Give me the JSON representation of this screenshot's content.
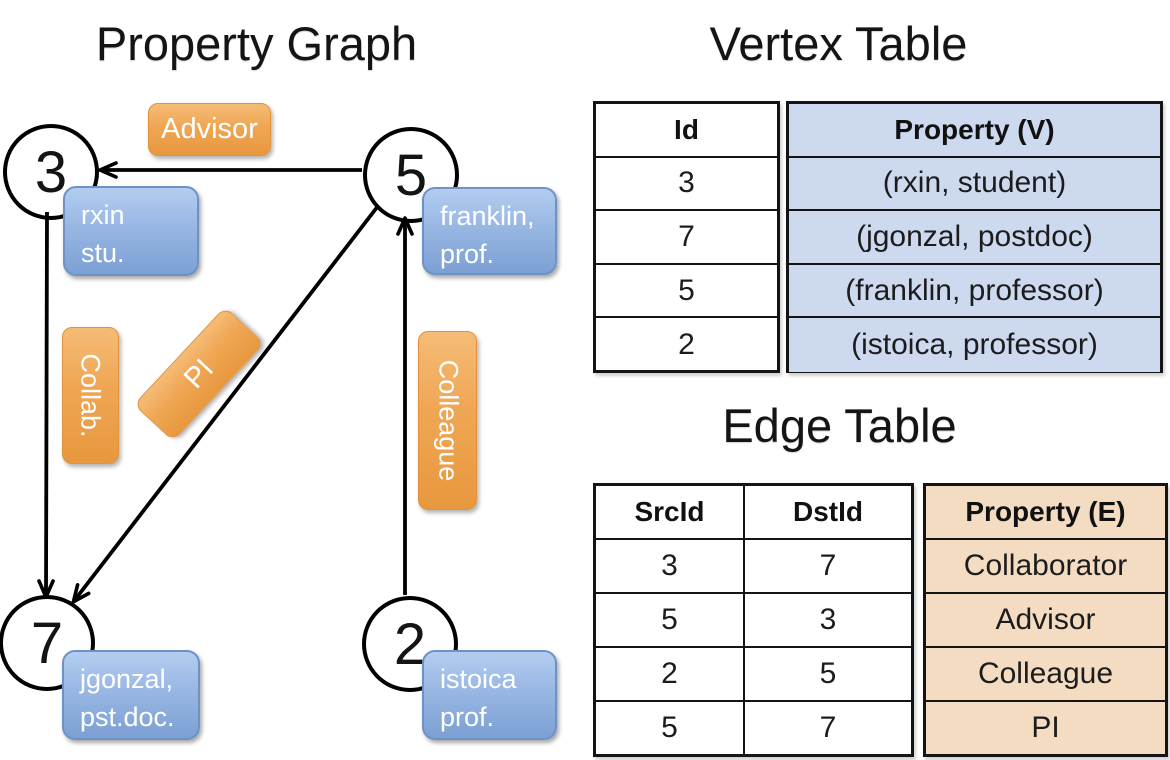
{
  "graph": {
    "title": "Property Graph",
    "vertices": [
      {
        "id": "3",
        "line1": "rxin",
        "line2": "stu."
      },
      {
        "id": "5",
        "line1": "franklin,",
        "line2": "prof."
      },
      {
        "id": "7",
        "line1": "jgonzal,",
        "line2": "pst.doc."
      },
      {
        "id": "2",
        "line1": "istoica",
        "line2": "prof."
      }
    ],
    "edge_labels": {
      "advisor": "Advisor",
      "collab": "Collab.",
      "pi": "PI",
      "colleague": "Colleague"
    }
  },
  "vertex_table": {
    "title": "Vertex Table",
    "headers": {
      "id": "Id",
      "property": "Property (V)"
    },
    "rows": [
      {
        "id": "3",
        "property": "(rxin, student)"
      },
      {
        "id": "7",
        "property": "(jgonzal, postdoc)"
      },
      {
        "id": "5",
        "property": "(franklin, professor)"
      },
      {
        "id": "2",
        "property": "(istoica, professor)"
      }
    ]
  },
  "edge_table": {
    "title": "Edge Table",
    "headers": {
      "src": "SrcId",
      "dst": "DstId",
      "property": "Property (E)"
    },
    "rows": [
      {
        "src": "3",
        "dst": "7",
        "property": "Collaborator"
      },
      {
        "src": "5",
        "dst": "3",
        "property": "Advisor"
      },
      {
        "src": "2",
        "dst": "5",
        "property": "Colleague"
      },
      {
        "src": "5",
        "dst": "7",
        "property": "PI"
      }
    ]
  },
  "colors": {
    "vertex_property_fill": "#cdd9ef",
    "edge_property_fill": "#f4dcc2",
    "edge_label_orange": "#eda250",
    "vertex_label_blue": "#8fafdd",
    "line_black": "#000000"
  }
}
